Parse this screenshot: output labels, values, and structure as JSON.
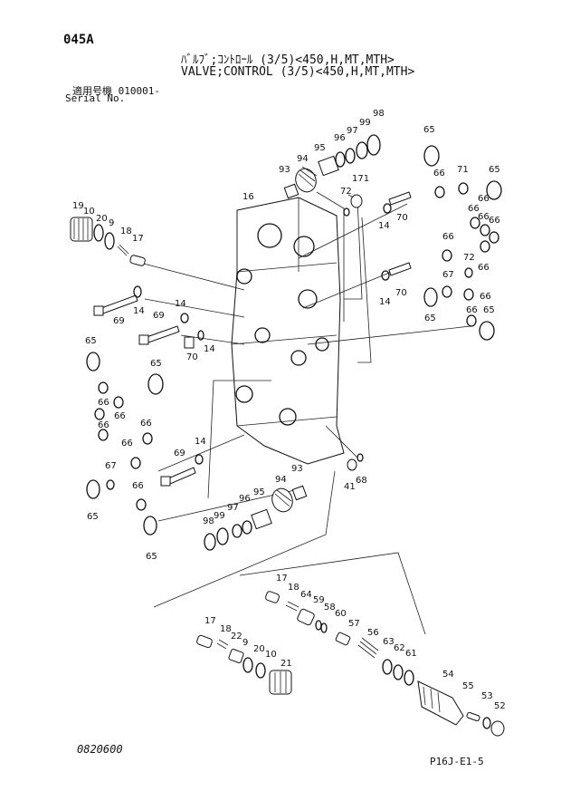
{
  "header": {
    "page_code": "045A",
    "title_jp": "ﾊﾞﾙﾌﾞ;ｺﾝﾄﾛｰﾙ (3/5)<450,H,MT,MTH>",
    "title_en": "VALVE;CONTROL (3/5)<450,H,MT,MTH>",
    "serial_jp": "適用号機  010001-",
    "serial_en": "Serial No."
  },
  "footer": {
    "date": "0820600",
    "page_ref": "P16J-E1-5"
  },
  "callouts": [
    {
      "id": "c98a",
      "text": "98"
    },
    {
      "id": "c99a",
      "text": "99"
    },
    {
      "id": "c97a",
      "text": "97"
    },
    {
      "id": "c96a",
      "text": "96"
    },
    {
      "id": "c95a",
      "text": "95"
    },
    {
      "id": "c94a",
      "text": "94"
    },
    {
      "id": "c93a",
      "text": "93"
    },
    {
      "id": "c171",
      "text": "171"
    },
    {
      "id": "c72a",
      "text": "72"
    },
    {
      "id": "c16",
      "text": "16"
    },
    {
      "id": "c65a",
      "text": "65"
    },
    {
      "id": "c66a",
      "text": "66"
    },
    {
      "id": "c71",
      "text": "71"
    },
    {
      "id": "c65b",
      "text": "65"
    },
    {
      "id": "c66b",
      "text": "66"
    },
    {
      "id": "c66c",
      "text": "66"
    },
    {
      "id": "c66d",
      "text": "66"
    },
    {
      "id": "c66e",
      "text": "66"
    },
    {
      "id": "c66f",
      "text": "66"
    },
    {
      "id": "c72b",
      "text": "72"
    },
    {
      "id": "c66g",
      "text": "66"
    },
    {
      "id": "c67a",
      "text": "67"
    },
    {
      "id": "c65c",
      "text": "65"
    },
    {
      "id": "c66h",
      "text": "66"
    },
    {
      "id": "c66i",
      "text": "66"
    },
    {
      "id": "c65d",
      "text": "65"
    },
    {
      "id": "c70a",
      "text": "70"
    },
    {
      "id": "c14a",
      "text": "14"
    },
    {
      "id": "c70b",
      "text": "70"
    },
    {
      "id": "c14b",
      "text": "14"
    },
    {
      "id": "c19a",
      "text": "19"
    },
    {
      "id": "c10a",
      "text": "10"
    },
    {
      "id": "c20a",
      "text": "20"
    },
    {
      "id": "c9a",
      "text": "9"
    },
    {
      "id": "c18a",
      "text": "18"
    },
    {
      "id": "c17a",
      "text": "17"
    },
    {
      "id": "c69a",
      "text": "69"
    },
    {
      "id": "c14c",
      "text": "14"
    },
    {
      "id": "c14d",
      "text": "14"
    },
    {
      "id": "c69b",
      "text": "69"
    },
    {
      "id": "c70c",
      "text": "70"
    },
    {
      "id": "c14e",
      "text": "14"
    },
    {
      "id": "c65e",
      "text": "65"
    },
    {
      "id": "c65f",
      "text": "65"
    },
    {
      "id": "c66j",
      "text": "66"
    },
    {
      "id": "c66k",
      "text": "66"
    },
    {
      "id": "c66l",
      "text": "66"
    },
    {
      "id": "c66m",
      "text": "66"
    },
    {
      "id": "c66n",
      "text": "66"
    },
    {
      "id": "c67b",
      "text": "67"
    },
    {
      "id": "c65g",
      "text": "65"
    },
    {
      "id": "c66o",
      "text": "66"
    },
    {
      "id": "c65h",
      "text": "65"
    },
    {
      "id": "c69c",
      "text": "69"
    },
    {
      "id": "c14f",
      "text": "14"
    },
    {
      "id": "c94b",
      "text": "94"
    },
    {
      "id": "c93b",
      "text": "93"
    },
    {
      "id": "c41",
      "text": "41"
    },
    {
      "id": "c68",
      "text": "68"
    },
    {
      "id": "c98b",
      "text": "98"
    },
    {
      "id": "c99b",
      "text": "99"
    },
    {
      "id": "c97b",
      "text": "97"
    },
    {
      "id": "c96b",
      "text": "96"
    },
    {
      "id": "c95b",
      "text": "95"
    },
    {
      "id": "c17b",
      "text": "17"
    },
    {
      "id": "c18b",
      "text": "18"
    },
    {
      "id": "c64",
      "text": "64"
    },
    {
      "id": "c59",
      "text": "59"
    },
    {
      "id": "c58",
      "text": "58"
    },
    {
      "id": "c60",
      "text": "60"
    },
    {
      "id": "c57",
      "text": "57"
    },
    {
      "id": "c56",
      "text": "56"
    },
    {
      "id": "c63",
      "text": "63"
    },
    {
      "id": "c62",
      "text": "62"
    },
    {
      "id": "c61",
      "text": "61"
    },
    {
      "id": "c54",
      "text": "54"
    },
    {
      "id": "c55",
      "text": "55"
    },
    {
      "id": "c53",
      "text": "53"
    },
    {
      "id": "c52",
      "text": "52"
    },
    {
      "id": "c17c",
      "text": "17"
    },
    {
      "id": "c18c",
      "text": "18"
    },
    {
      "id": "c22",
      "text": "22"
    },
    {
      "id": "c9b",
      "text": "9"
    },
    {
      "id": "c20b",
      "text": "20"
    },
    {
      "id": "c10b",
      "text": "10"
    },
    {
      "id": "c21",
      "text": "21"
    }
  ]
}
